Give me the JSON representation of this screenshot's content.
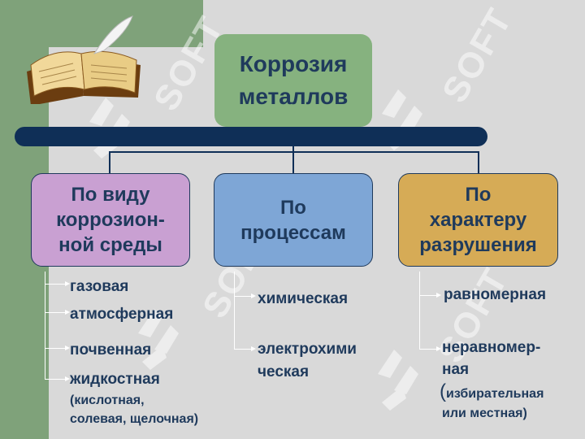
{
  "title": {
    "line1": "Коррозия",
    "line2": "металлов"
  },
  "watermark": "SOFT",
  "categories": [
    {
      "lines": [
        "По виду",
        "коррозион-",
        "ной среды"
      ],
      "color": "#c9a0d2",
      "items": [
        "газовая",
        "атмосферная",
        "почвенная",
        "жидкостная"
      ],
      "note": [
        "(кислотная,",
        "солевая, щелочная)"
      ]
    },
    {
      "lines": [
        "По",
        "процессам"
      ],
      "color": "#7ea6d6",
      "items": [
        "химическая",
        "электрохими",
        "ческая"
      ]
    },
    {
      "lines": [
        "По",
        "характеру",
        "разрушения"
      ],
      "color": "#d6ab56",
      "items": [
        "равномерная",
        "неравномер-",
        "ная",
        "(",
        "избирательная",
        "или местная)"
      ]
    }
  ],
  "colors": {
    "background": "#d9d9d9",
    "green": "#7fa27a",
    "title_box": "#86b27f",
    "text": "#1f3a5c",
    "bar": "#0f2f57"
  },
  "icons": {
    "decor": "open-book-with-quill-icon"
  }
}
